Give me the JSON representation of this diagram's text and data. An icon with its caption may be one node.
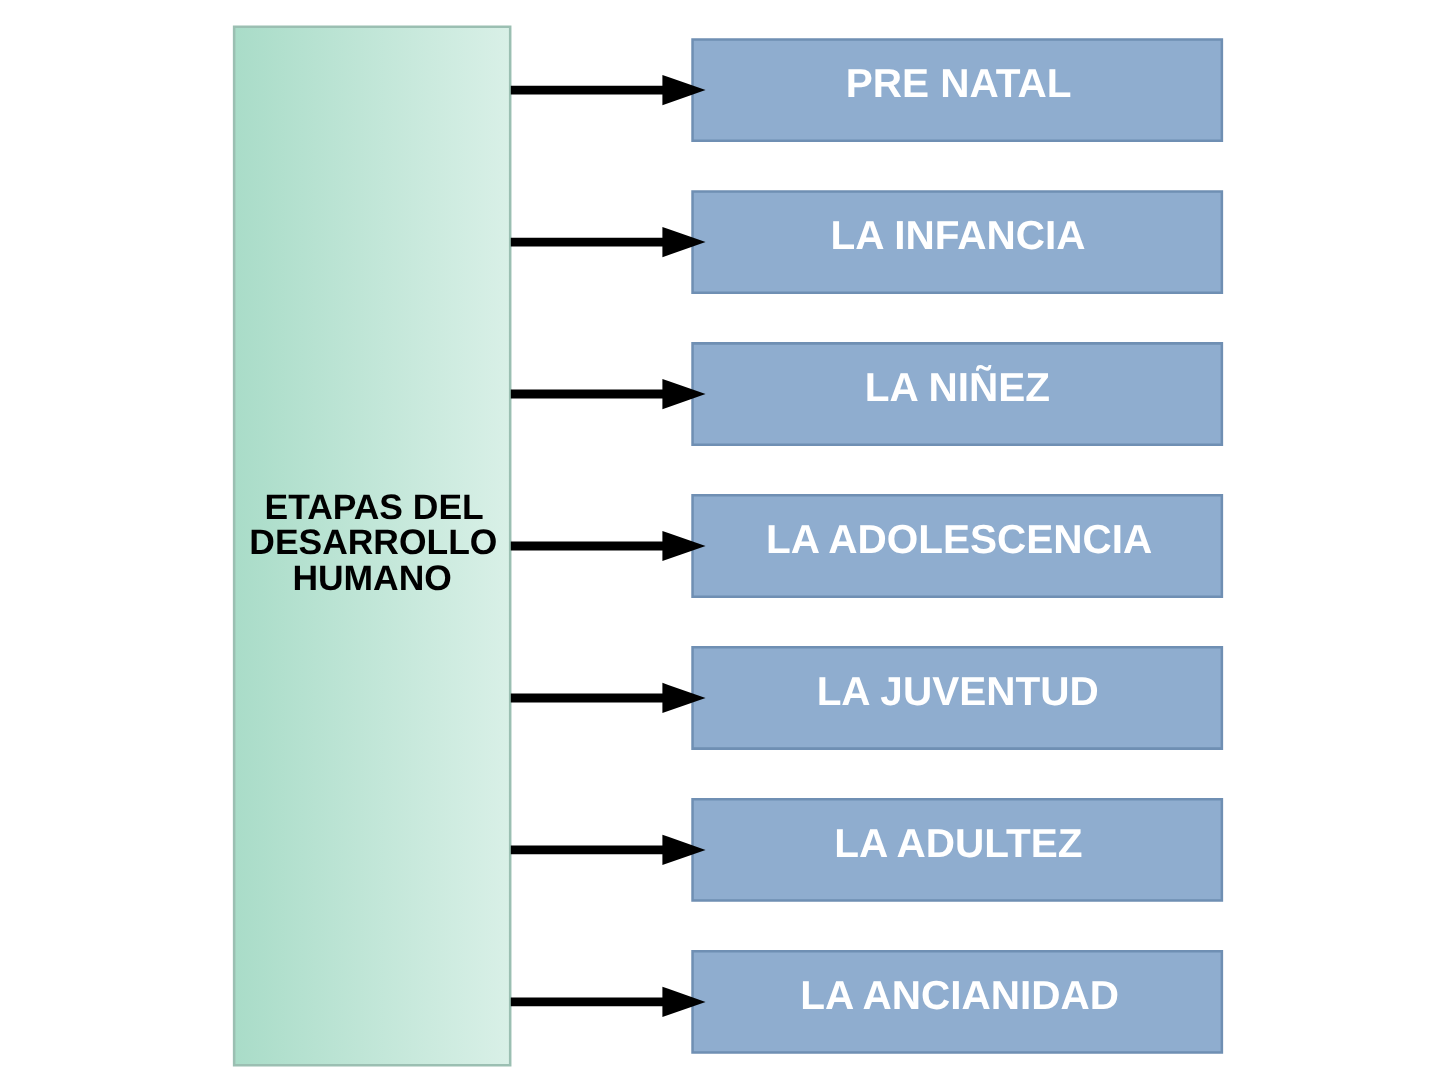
{
  "diagram": {
    "nodes": [
      {
        "text": [
          "ETAPAS DEL DESARROLLO HUMANO"
        ]
      },
      {
        "text": [
          "PRE NATAL"
        ]
      },
      {
        "text": [
          "LA INFANCIA"
        ]
      },
      {
        "text": [
          "LA NIÑEZ"
        ]
      },
      {
        "text": [
          "LA ADOLESCENCIA"
        ]
      },
      {
        "text": [
          "LA JUVENTUD"
        ]
      },
      {
        "text": [
          "LA ADULTEZ"
        ]
      },
      {
        "text": [
          "LA ANCIANIDAD"
        ]
      }
    ],
    "edges": [
      {
        "from": 0,
        "to": 1,
        "arrow": "to"
      },
      {
        "from": 0,
        "to": 2,
        "arrow": "to"
      },
      {
        "from": 0,
        "to": 3,
        "arrow": "to"
      },
      {
        "from": 0,
        "to": 4,
        "arrow": "to"
      },
      {
        "from": 0,
        "to": 5,
        "arrow": "to"
      },
      {
        "from": 0,
        "to": 6,
        "arrow": "to"
      },
      {
        "from": 0,
        "to": 7,
        "arrow": "to"
      }
    ]
  }
}
